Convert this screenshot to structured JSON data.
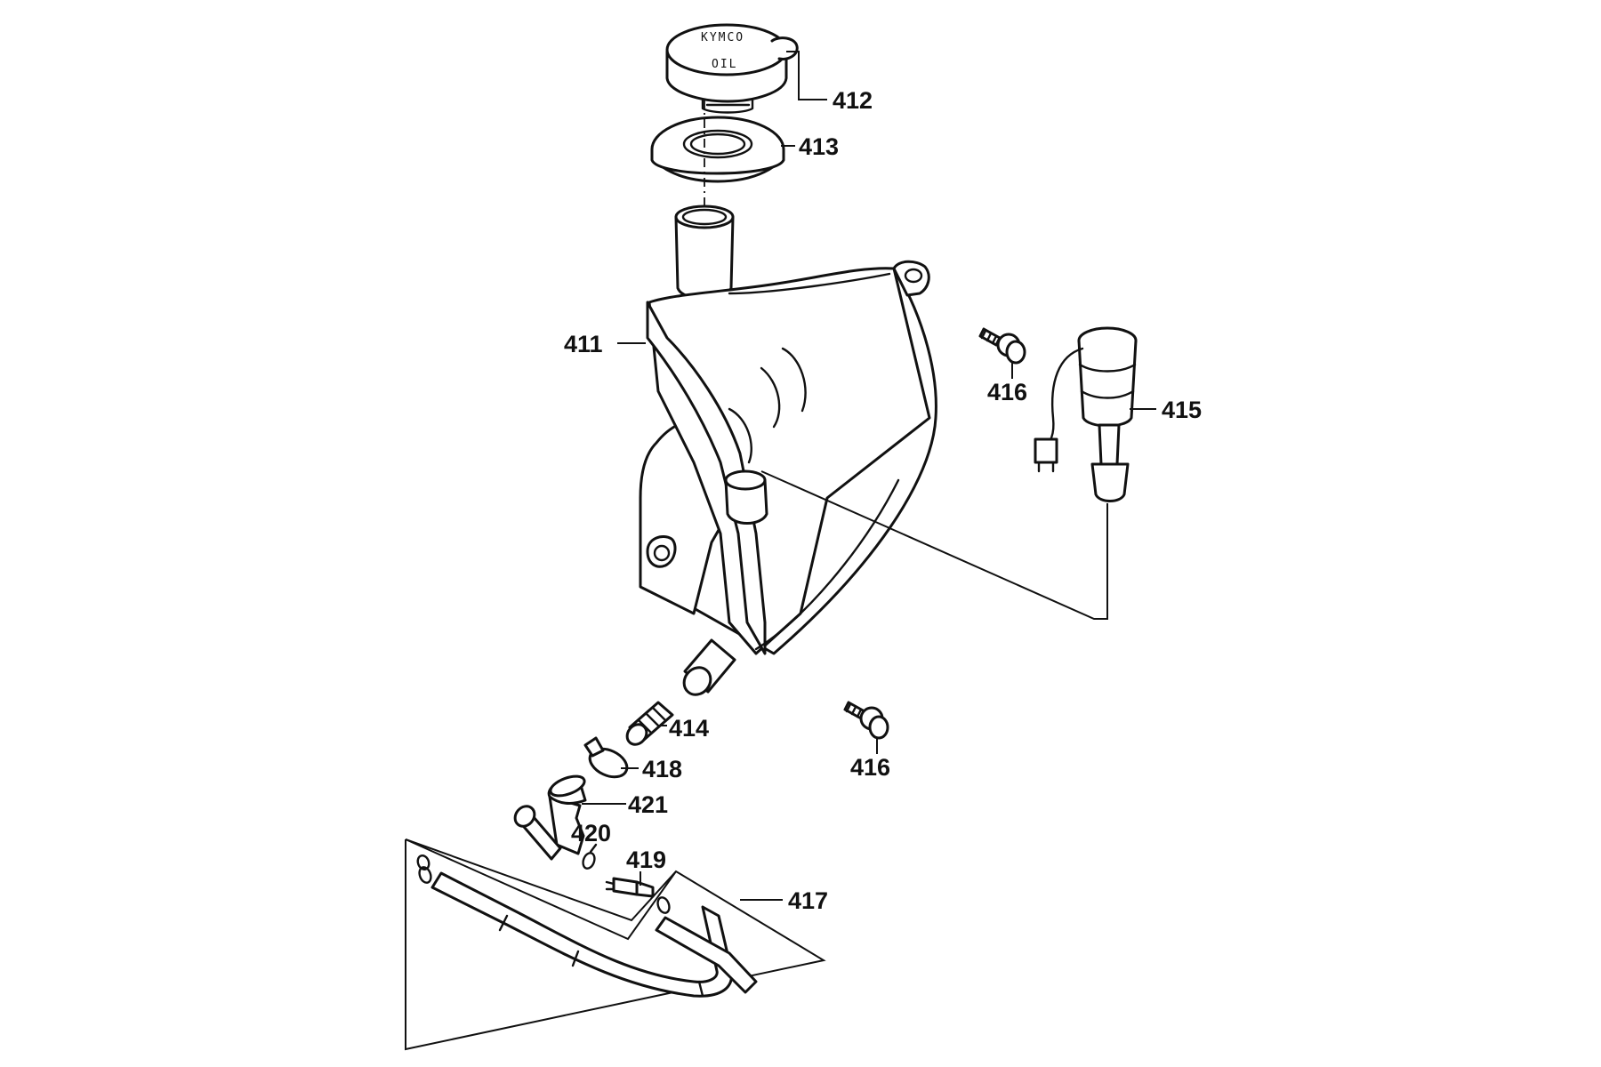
{
  "cap_text": {
    "brand": "KYMCO",
    "word": "OIL"
  },
  "callouts": {
    "p411": "411",
    "p412": "412",
    "p413": "413",
    "p414": "414",
    "p415": "415",
    "p416a": "416",
    "p416b": "416",
    "p417": "417",
    "p418": "418",
    "p419": "419",
    "p420": "420",
    "p421": "421"
  },
  "colors": {
    "ink": "#111111",
    "paper": "#ffffff"
  }
}
